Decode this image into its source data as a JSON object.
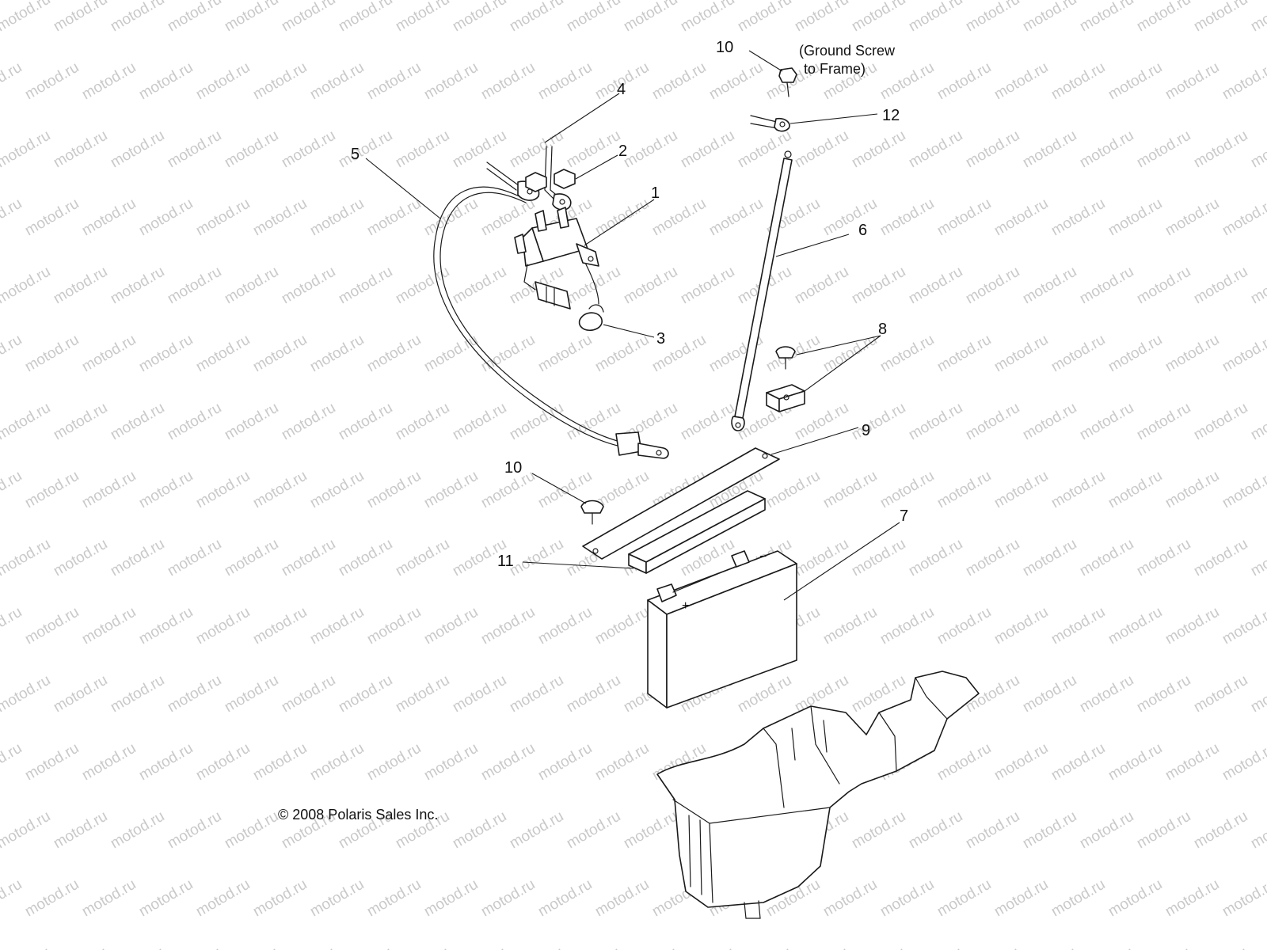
{
  "watermark": "motod.ru",
  "callouts": [
    {
      "id": "1",
      "text": "1"
    },
    {
      "id": "2",
      "text": "2"
    },
    {
      "id": "3",
      "text": "3"
    },
    {
      "id": "4",
      "text": "4"
    },
    {
      "id": "5",
      "text": "5"
    },
    {
      "id": "6",
      "text": "6"
    },
    {
      "id": "7",
      "text": "7"
    },
    {
      "id": "8",
      "text": "8"
    },
    {
      "id": "9",
      "text": "9"
    },
    {
      "id": "10a",
      "text": "10"
    },
    {
      "id": "10b",
      "text": "10"
    },
    {
      "id": "11",
      "text": "11"
    },
    {
      "id": "12",
      "text": "12"
    }
  ],
  "note": {
    "line1": "(Ground Screw",
    "line2": "to Frame)"
  },
  "battery": {
    "plus": "+",
    "minus": "−"
  },
  "copyright": "© 2008 Polaris Sales Inc."
}
